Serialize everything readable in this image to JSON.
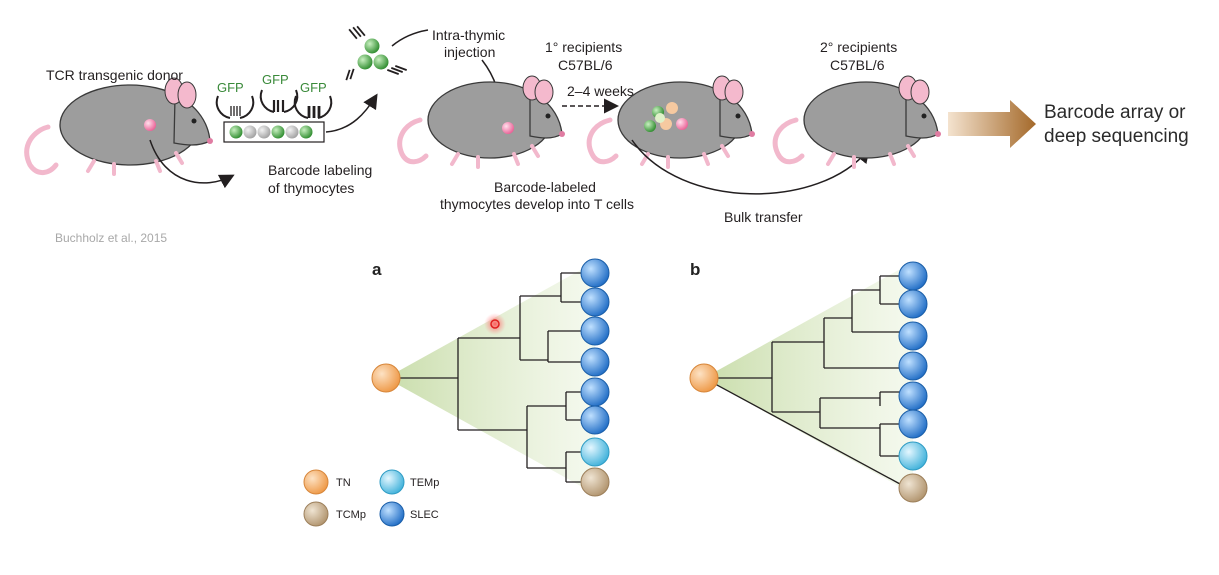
{
  "top": {
    "donor_label": "TCR transgenic donor",
    "gfp_labels": [
      "GFP",
      "GFP",
      "GFP"
    ],
    "barcode_labeling": [
      "Barcode labeling",
      "of thymocytes"
    ],
    "injection": [
      "Intra-thymic",
      "injection"
    ],
    "primary": [
      "1° recipients",
      "C57BL/6"
    ],
    "weeks": "2–4 weeks",
    "develop": [
      "Barcode-labeled",
      "thymocytes develop into T cells"
    ],
    "secondary": [
      "2° recipients",
      "C57BL/6"
    ],
    "bulk": "Bulk transfer",
    "result": [
      "Barcode array or",
      "deep sequencing"
    ],
    "credit": "Buchholz et al., 2015"
  },
  "trees": {
    "panel_a": "a",
    "panel_b": "b"
  },
  "legend": {
    "items": [
      {
        "label": "TN",
        "color": "#f3a35a"
      },
      {
        "label": "TEMp",
        "color": "#5cc3e0"
      },
      {
        "label": "TCMp",
        "color": "#c9b08f"
      },
      {
        "label": "SLEC",
        "color": "#2f7fd0"
      }
    ]
  },
  "colors": {
    "arrow": "#a9712f",
    "mouse": "#9a9a9a",
    "cone": "#cfe0b3"
  }
}
